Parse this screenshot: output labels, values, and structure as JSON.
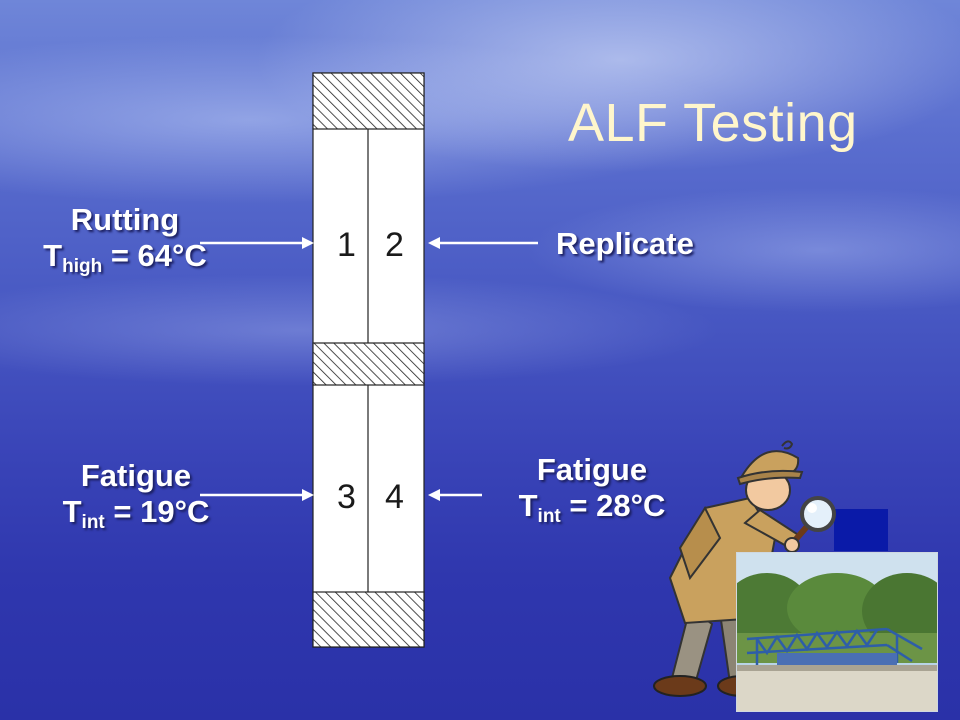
{
  "title": "ALF Testing",
  "labels": {
    "rutting": {
      "name": "Rutting",
      "temp_prefix": "T",
      "temp_sub": "high",
      "temp_value": " = 64°C"
    },
    "replicate": "Replicate",
    "fatigue_left": {
      "name": "Fatigue",
      "temp_prefix": "T",
      "temp_sub": "int",
      "temp_value": " = 19°C"
    },
    "fatigue_right": {
      "name": "Fatigue",
      "temp_prefix": "T",
      "temp_sub": "int",
      "temp_value": " = 28°C"
    }
  },
  "lanes": [
    "1",
    "2",
    "3",
    "4"
  ],
  "colors": {
    "title": "#fff6cc",
    "label": "#ffffff",
    "arrow": "#ffffff",
    "column_fill": "#ffffff",
    "hatch": "#222222"
  },
  "icons": {
    "detective": "detective-with-magnifier-icon",
    "photo": "alf-machine-photo"
  }
}
